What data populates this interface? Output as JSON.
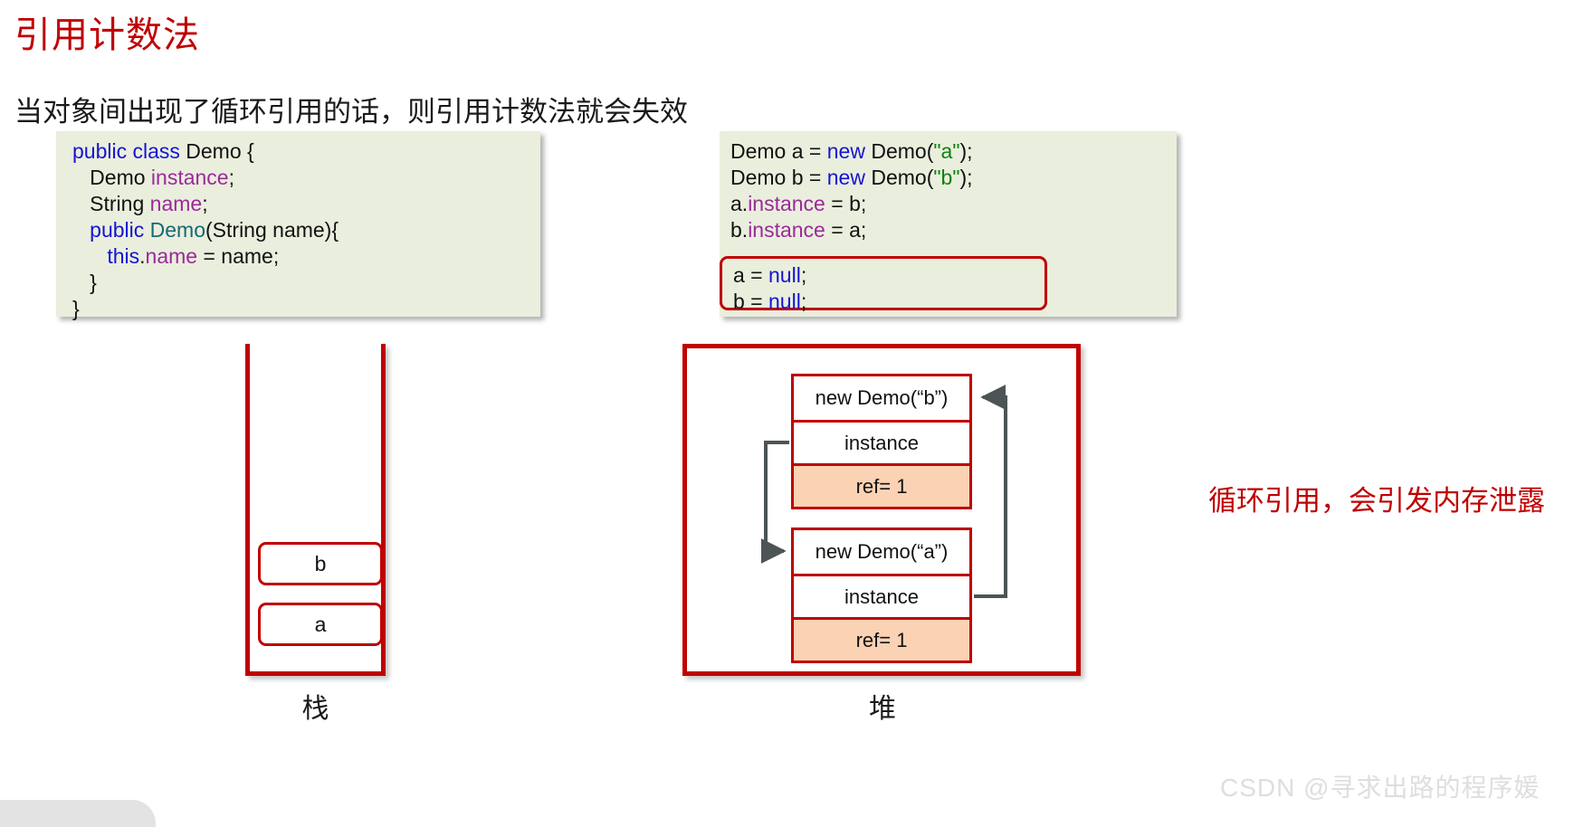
{
  "title": "引用计数法",
  "subtitle": "当对象间出现了循环引用的话，则引用计数法就会失效",
  "code_left": {
    "lines": [
      [
        {
          "t": "public class ",
          "c": "kw"
        },
        {
          "t": "Demo {",
          "c": ""
        }
      ],
      [
        {
          "t": "   Demo ",
          "c": ""
        },
        {
          "t": "instance",
          "c": "fld"
        },
        {
          "t": ";",
          "c": ""
        }
      ],
      [
        {
          "t": "   String ",
          "c": ""
        },
        {
          "t": "name",
          "c": "fld"
        },
        {
          "t": ";",
          "c": ""
        }
      ],
      [
        {
          "t": "   ",
          "c": ""
        },
        {
          "t": "public ",
          "c": "kw"
        },
        {
          "t": "Demo",
          "c": "typ"
        },
        {
          "t": "(String name){",
          "c": ""
        }
      ],
      [
        {
          "t": "      ",
          "c": ""
        },
        {
          "t": "this",
          "c": "kw"
        },
        {
          "t": ".",
          "c": ""
        },
        {
          "t": "name",
          "c": "fld"
        },
        {
          "t": " = name;",
          "c": ""
        }
      ],
      [
        {
          "t": "   }",
          "c": ""
        }
      ],
      [
        {
          "t": "}",
          "c": ""
        }
      ]
    ]
  },
  "code_right": {
    "lines": [
      [
        {
          "t": "Demo a = ",
          "c": ""
        },
        {
          "t": "new",
          "c": "kw"
        },
        {
          "t": " Demo(",
          "c": ""
        },
        {
          "t": "\"a\"",
          "c": "str"
        },
        {
          "t": ");",
          "c": ""
        }
      ],
      [
        {
          "t": "Demo b = ",
          "c": ""
        },
        {
          "t": "new",
          "c": "kw"
        },
        {
          "t": " Demo(",
          "c": ""
        },
        {
          "t": "\"b\"",
          "c": "str"
        },
        {
          "t": ");",
          "c": ""
        }
      ],
      [
        {
          "t": "a.",
          "c": ""
        },
        {
          "t": "instance",
          "c": "fld"
        },
        {
          "t": " = b;",
          "c": ""
        }
      ],
      [
        {
          "t": "b.",
          "c": ""
        },
        {
          "t": "instance",
          "c": "fld"
        },
        {
          "t": " = a;",
          "c": ""
        }
      ]
    ]
  },
  "null_box": {
    "lines": [
      [
        {
          "t": "a = ",
          "c": ""
        },
        {
          "t": "null",
          "c": "kw"
        },
        {
          "t": ";",
          "c": ""
        }
      ],
      [
        {
          "t": "b = ",
          "c": ""
        },
        {
          "t": "null",
          "c": "kw"
        },
        {
          "t": ";",
          "c": ""
        }
      ]
    ]
  },
  "stack": {
    "label": "栈",
    "slots": [
      {
        "name": "b"
      },
      {
        "name": "a"
      }
    ]
  },
  "heap": {
    "label": "堆",
    "objects": [
      {
        "header": "new Demo(“b”)",
        "field": "instance",
        "ref": "ref= 1"
      },
      {
        "header": "new Demo(“a”)",
        "field": "instance",
        "ref": "ref= 1"
      }
    ]
  },
  "note": "循环引用，会引发内存泄露",
  "watermark": "CSDN @寻求出路的程序媛",
  "colors": {
    "title_red": "#c00000",
    "code_bg": "#eaeedd",
    "ref_bg": "#fbd2b4",
    "keyword_blue": "#1414d2",
    "field_purple": "#9b2a9b",
    "string_green": "#108010",
    "type_teal": "#146a75",
    "arrow_gray": "#4d5456"
  }
}
